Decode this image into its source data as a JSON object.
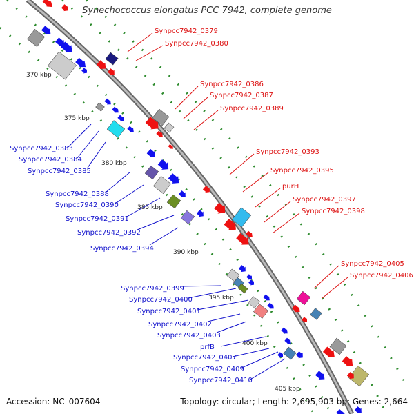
{
  "title": "Synechococcus elongatus PCC 7942, complete genome",
  "accession": "Accession: NC_007604",
  "summary": "Topology: circular; Length: 2,695,903 bp; Genes: 2,664",
  "colors": {
    "backbone": "#888888",
    "ticks": "#2e8b2e",
    "forward_label": "#dd1111",
    "reverse_label": "#1111cc",
    "gene_red": "#ee1111",
    "gene_blue": "#1111ee",
    "gene_gray": "#999999",
    "gene_lightgray": "#cccccc",
    "gene_navy": "#1a1a80",
    "gene_cyan": "#22ddee",
    "gene_skyblue": "#33bbee",
    "gene_slate": "#6655aa",
    "gene_olive": "#6b8e23",
    "gene_lavender": "#8877dd",
    "gene_steel": "#4682b4",
    "gene_magenta": "#ee1199",
    "gene_pink": "#f08080",
    "gene_khaki": "#bdb76b"
  },
  "scale_labels": [
    "370 kbp",
    "375 kbp",
    "380 kbp",
    "385 kbp",
    "390 kbp",
    "395 kbp",
    "400 kbp",
    "405 kbp"
  ],
  "forward_genes": [
    "Synpcc7942_0379",
    "Synpcc7942_0380",
    "Synpcc7942_0386",
    "Synpcc7942_0387",
    "Synpcc7942_0389",
    "Synpcc7942_0393",
    "Synpcc7942_0395",
    "purH",
    "Synpcc7942_0397",
    "Synpcc7942_0398",
    "Synpcc7942_0405",
    "Synpcc7942_0406"
  ],
  "reverse_genes": [
    "Synpcc7942_0383",
    "Synpcc7942_0384",
    "Synpcc7942_0385",
    "Synpcc7942_0388",
    "Synpcc7942_0390",
    "Synpcc7942_0391",
    "Synpcc7942_0392",
    "Synpcc7942_0394",
    "Synpcc7942_0399",
    "Synpcc7942_0400",
    "Synpcc7942_0401",
    "Synpcc7942_0402",
    "Synpcc7942_0403",
    "prfB",
    "Synpcc7942_0407",
    "Synpcc7942_0409",
    "Synpcc7942_0410"
  ]
}
